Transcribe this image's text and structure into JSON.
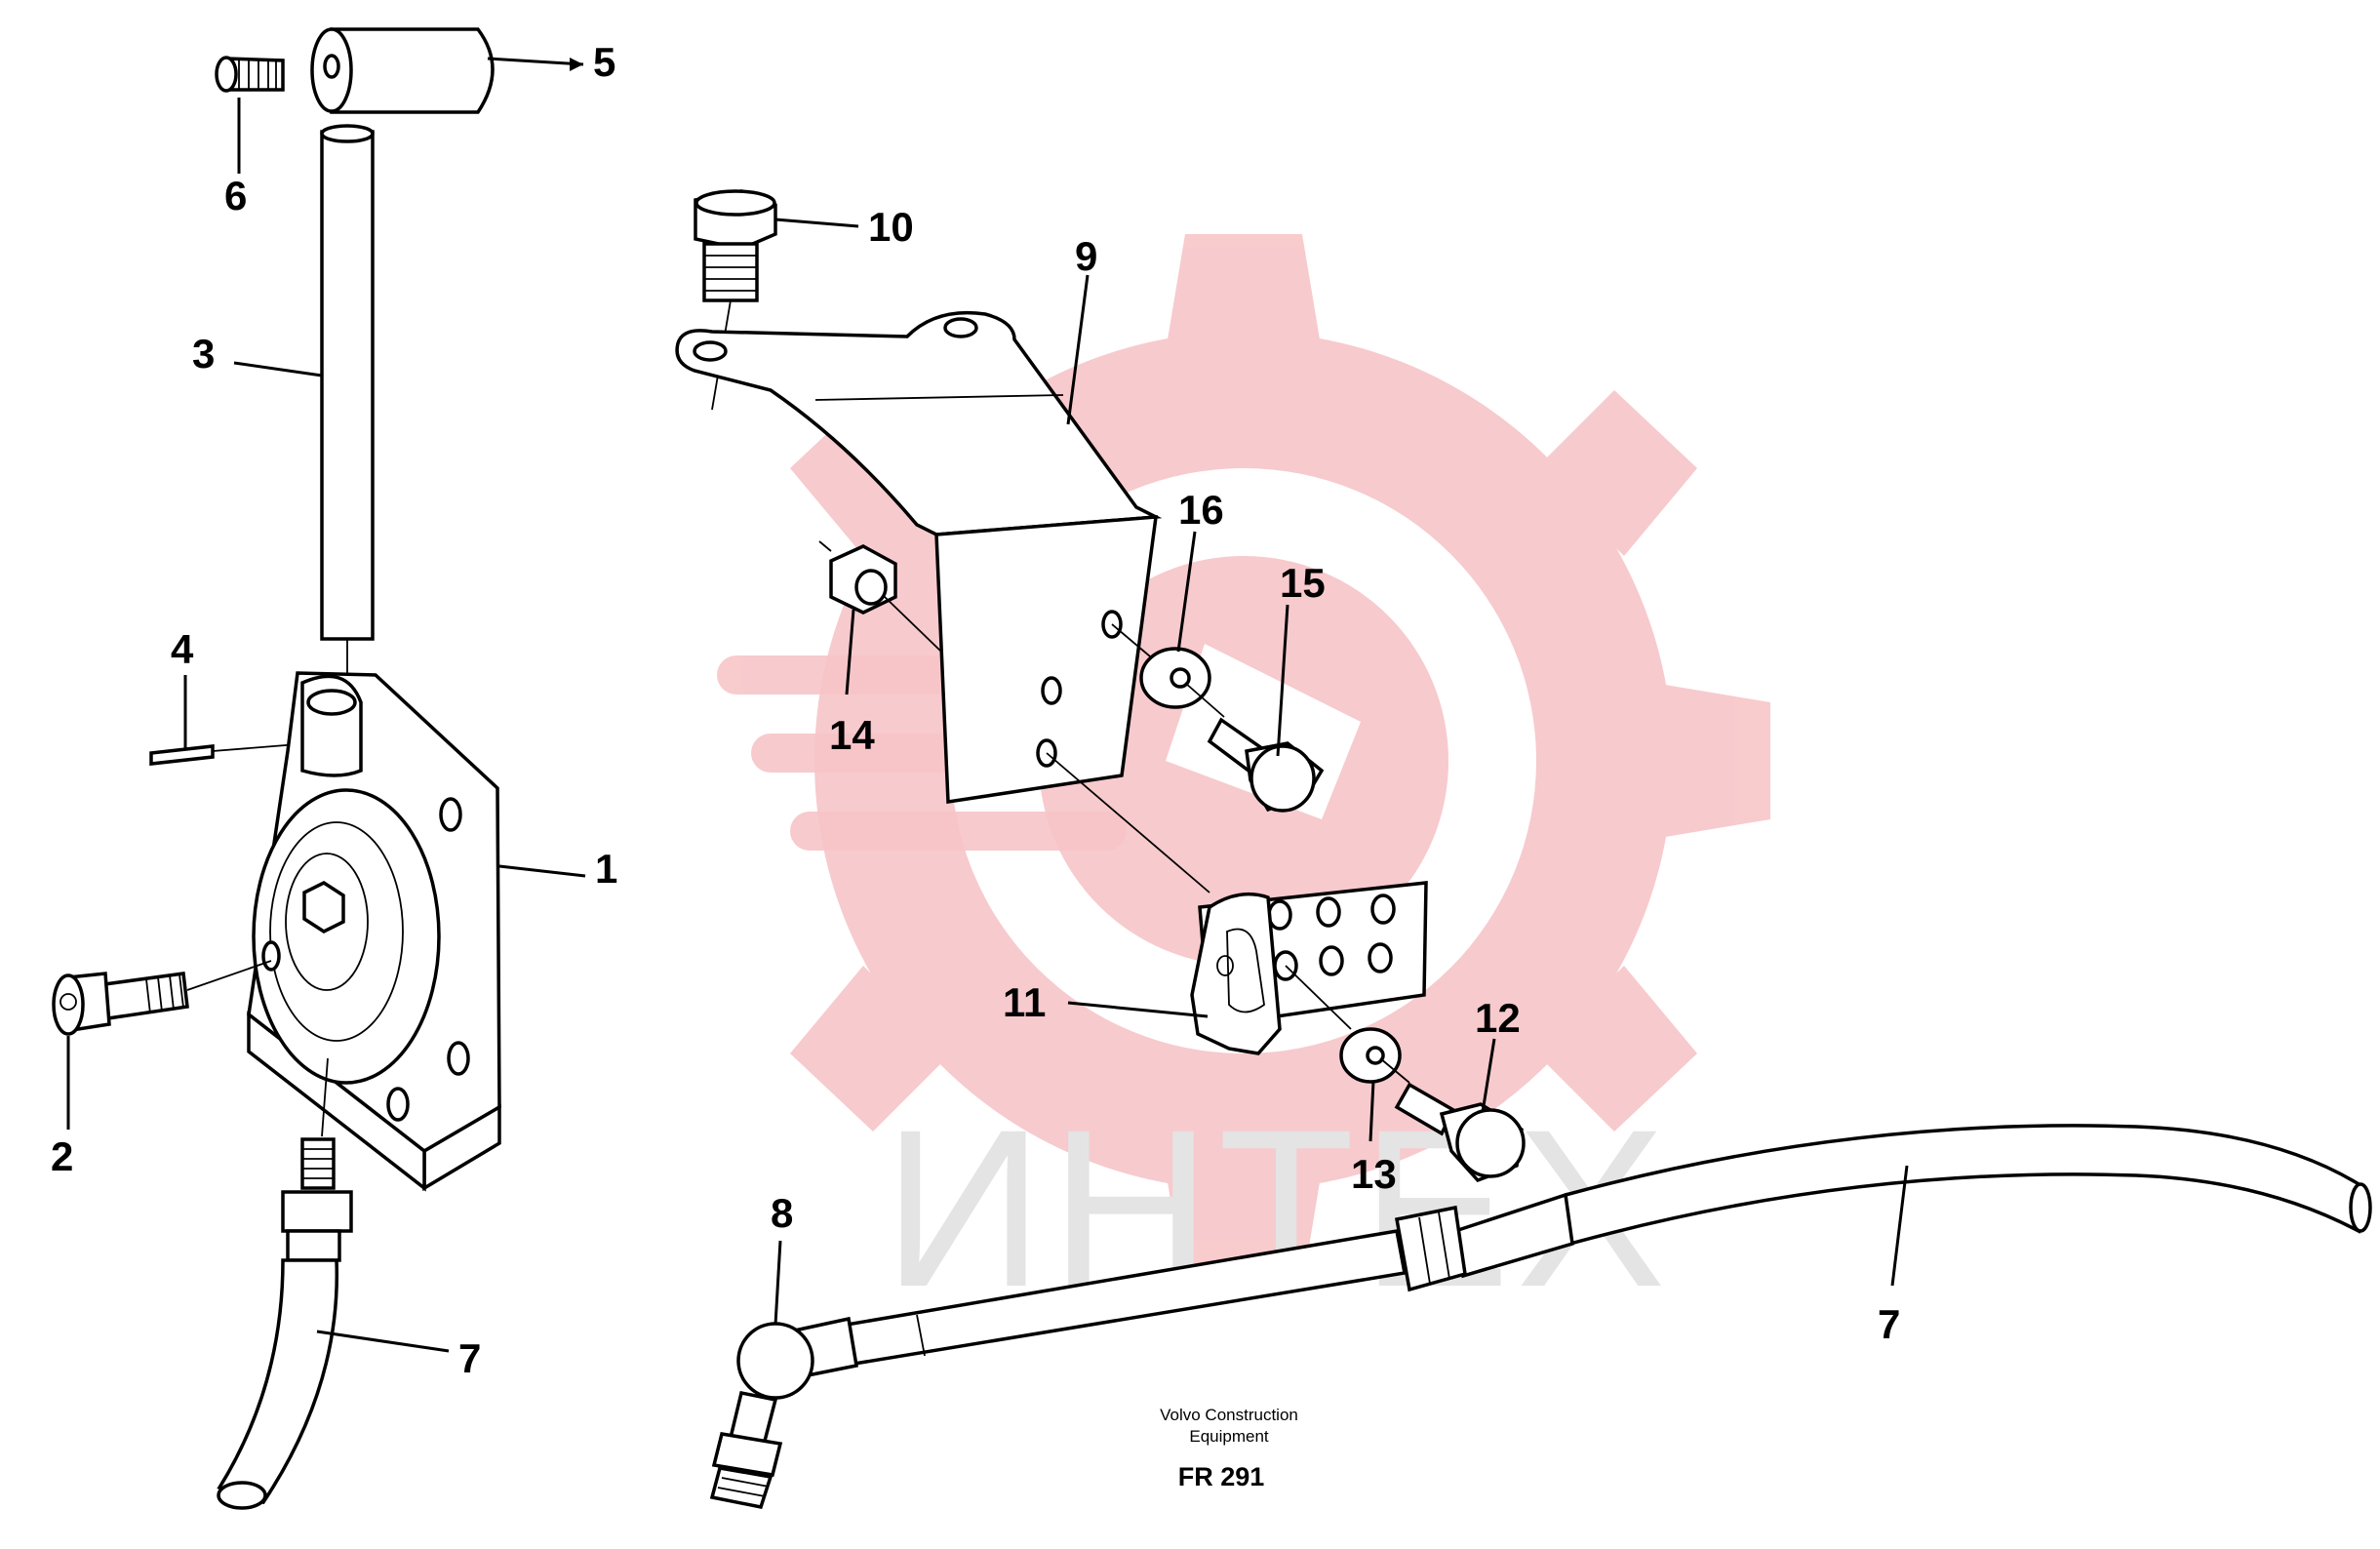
{
  "watermark": {
    "text": "ИНТЕХ",
    "gear_color": "#f7c5c8",
    "text_color": "#e4e4e4"
  },
  "callouts": {
    "c1": "1",
    "c2": "2",
    "c3": "3",
    "c4": "4",
    "c5": "5",
    "c6": "6",
    "c7a": "7",
    "c7b": "7",
    "c8": "8",
    "c9": "9",
    "c10": "10",
    "c11": "11",
    "c12": "12",
    "c13": "13",
    "c14": "14",
    "c15": "15",
    "c16": "16"
  },
  "caption": {
    "line1": "Volvo Construction",
    "line2": "Equipment",
    "code": "FR 291"
  }
}
